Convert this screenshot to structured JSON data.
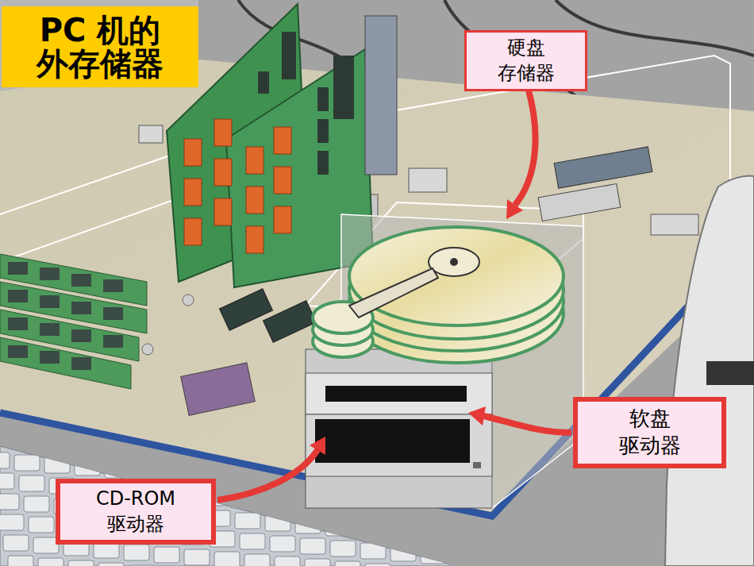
{
  "diagram": {
    "title": "PC 机的 外存储器",
    "nodes": [
      {
        "text": [
          "硬盘 存储器"
        ]
      },
      {
        "text": [
          "软盘 驱动器"
        ]
      },
      {
        "text": [
          "CD-ROM 驱动器"
        ]
      }
    ]
  }
}
